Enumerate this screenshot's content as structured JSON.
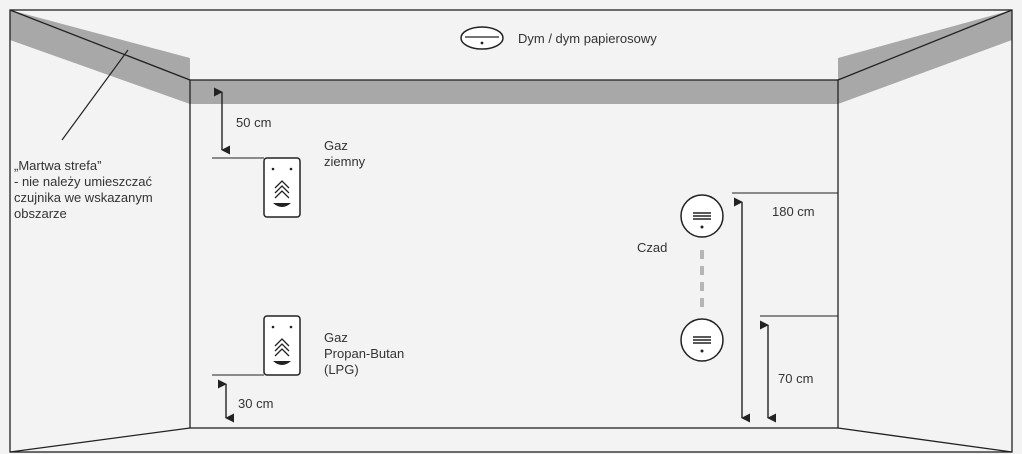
{
  "labels": {
    "smoke": "Dym / dym papierosowy",
    "dead_zone": "„Martwa strefa”\n- nie należy umieszczać\nczujnika we wskazanym\nobszarze",
    "natural_gas": "Gaz\nziemny",
    "lpg": "Gaz\nPropan-Butan\n(LPG)",
    "co": "Czad",
    "dim_50": "50 cm",
    "dim_30": "30 cm",
    "dim_180": "180 cm",
    "dim_70": "70 cm"
  },
  "colors": {
    "background": "#f3f3f3",
    "lines": "#222222",
    "dead_zone_band": "#a8a8a8",
    "dashed_connector": "#b5b5b5",
    "device_fill": "#ffffff"
  },
  "icons": {
    "smoke_detector": "smoke-detector-icon",
    "gas_detector": "gas-detector-icon",
    "co_detector": "co-detector-icon",
    "arrow": "double-arrow-icon"
  }
}
